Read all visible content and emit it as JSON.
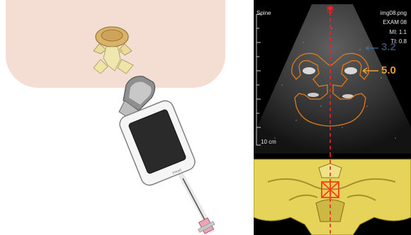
{
  "ultrasound": {
    "mode_label": "Spine",
    "image_name": "img08.png",
    "exam": "EXAM 08",
    "mi": "MI: 1.1",
    "ti": "TI: 0.8",
    "depth_marker_primary": "5.0",
    "depth_marker_secondary": "3.2",
    "depth_scale_label": "10 cm"
  },
  "colors": {
    "skin": "#f4ddd2",
    "guide_line": "#e8262b",
    "outline_orange": "#e07a18",
    "bone_yellow": "#e6d35a"
  },
  "device": {
    "brand_label": "iHead"
  }
}
